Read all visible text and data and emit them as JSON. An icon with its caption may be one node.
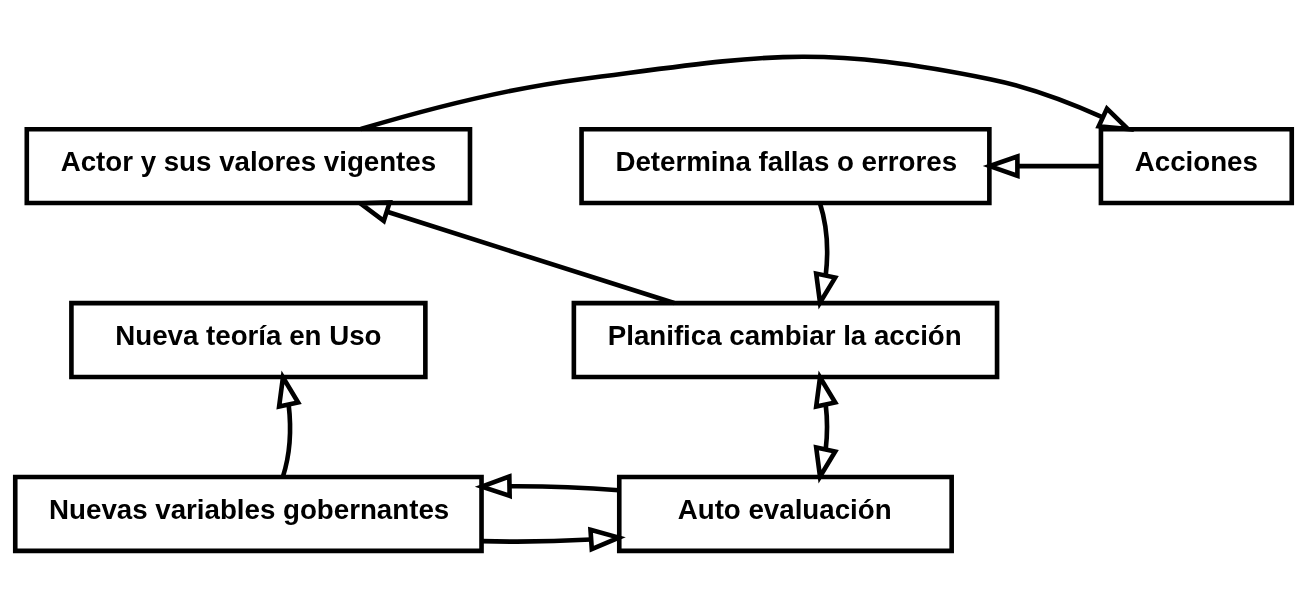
{
  "diagram": {
    "nodes": [
      {
        "text": [
          "Actor y sus valores vigentes"
        ]
      },
      {
        "text": [
          "Acciones"
        ]
      },
      {
        "text": [
          "Determina fallas o errores"
        ]
      },
      {
        "text": [
          "Nueva teoría en Uso"
        ]
      },
      {
        "text": [
          "Planifica cambiar la acción"
        ]
      },
      {
        "text": [
          "Nuevas variables gobernantes"
        ]
      },
      {
        "text": [
          "Auto evaluación"
        ]
      }
    ],
    "edges": [
      {
        "from": 0,
        "to": 1,
        "arrow": "to"
      },
      {
        "from": 1,
        "to": 2,
        "arrow": "to"
      },
      {
        "from": 2,
        "to": 4,
        "arrow": "to"
      },
      {
        "from": 4,
        "to": 0,
        "arrow": "to"
      },
      {
        "from": 5,
        "to": 3,
        "arrow": "to"
      },
      {
        "from": 5,
        "to": 6,
        "arrow": "to"
      },
      {
        "from": 6,
        "to": 5,
        "arrow": "to"
      },
      {
        "from": 6,
        "to": 4,
        "arrow": "both"
      }
    ]
  }
}
